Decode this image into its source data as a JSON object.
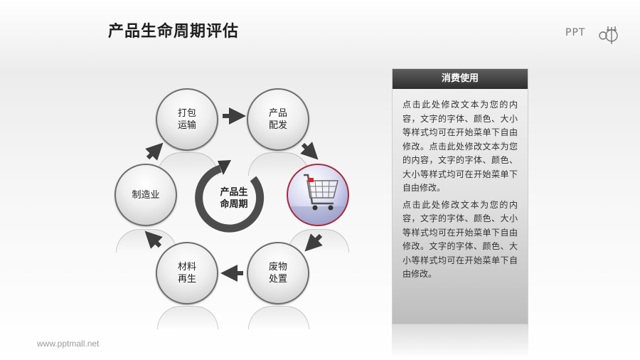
{
  "title": "产品生命周期评估",
  "logo": {
    "text": "PPT"
  },
  "footer": "www.pptmall.net",
  "cycle": {
    "center_label_line1": "产品生",
    "center_label_line2": "命周期",
    "nodes": {
      "pack_transport": {
        "line1": "打包",
        "line2": "运输"
      },
      "product_distribution": {
        "line1": "产品",
        "line2": "配发"
      },
      "consumer_use": {
        "icon": "shopping-cart-icon"
      },
      "waste_disposal": {
        "line1": "废物",
        "line2": "处置"
      },
      "material_regen": {
        "line1": "材料",
        "line2": "再生"
      },
      "manufacturing": {
        "line1": "制造业"
      }
    }
  },
  "panel": {
    "header": "消费使用",
    "paragraph1": "点击此处修改文本为您的内容，文字的字体、颜色、大小等样式均可在开始菜单下自由修改。点击此处修改文本为您的内容，文字的字体、颜色、大小等样式均可在开始菜单下自由修改。",
    "paragraph2": "点击此处修改文本为您的内容，文字的字体、颜色、大小等样式均可在开始菜单下自由修改。文字的字体、颜色、大小等样式均可在开始菜单下自由修改。"
  },
  "colors": {
    "accent": "#a8283a",
    "arrow": "#3f3f3f",
    "header": "#3a3a3a"
  }
}
